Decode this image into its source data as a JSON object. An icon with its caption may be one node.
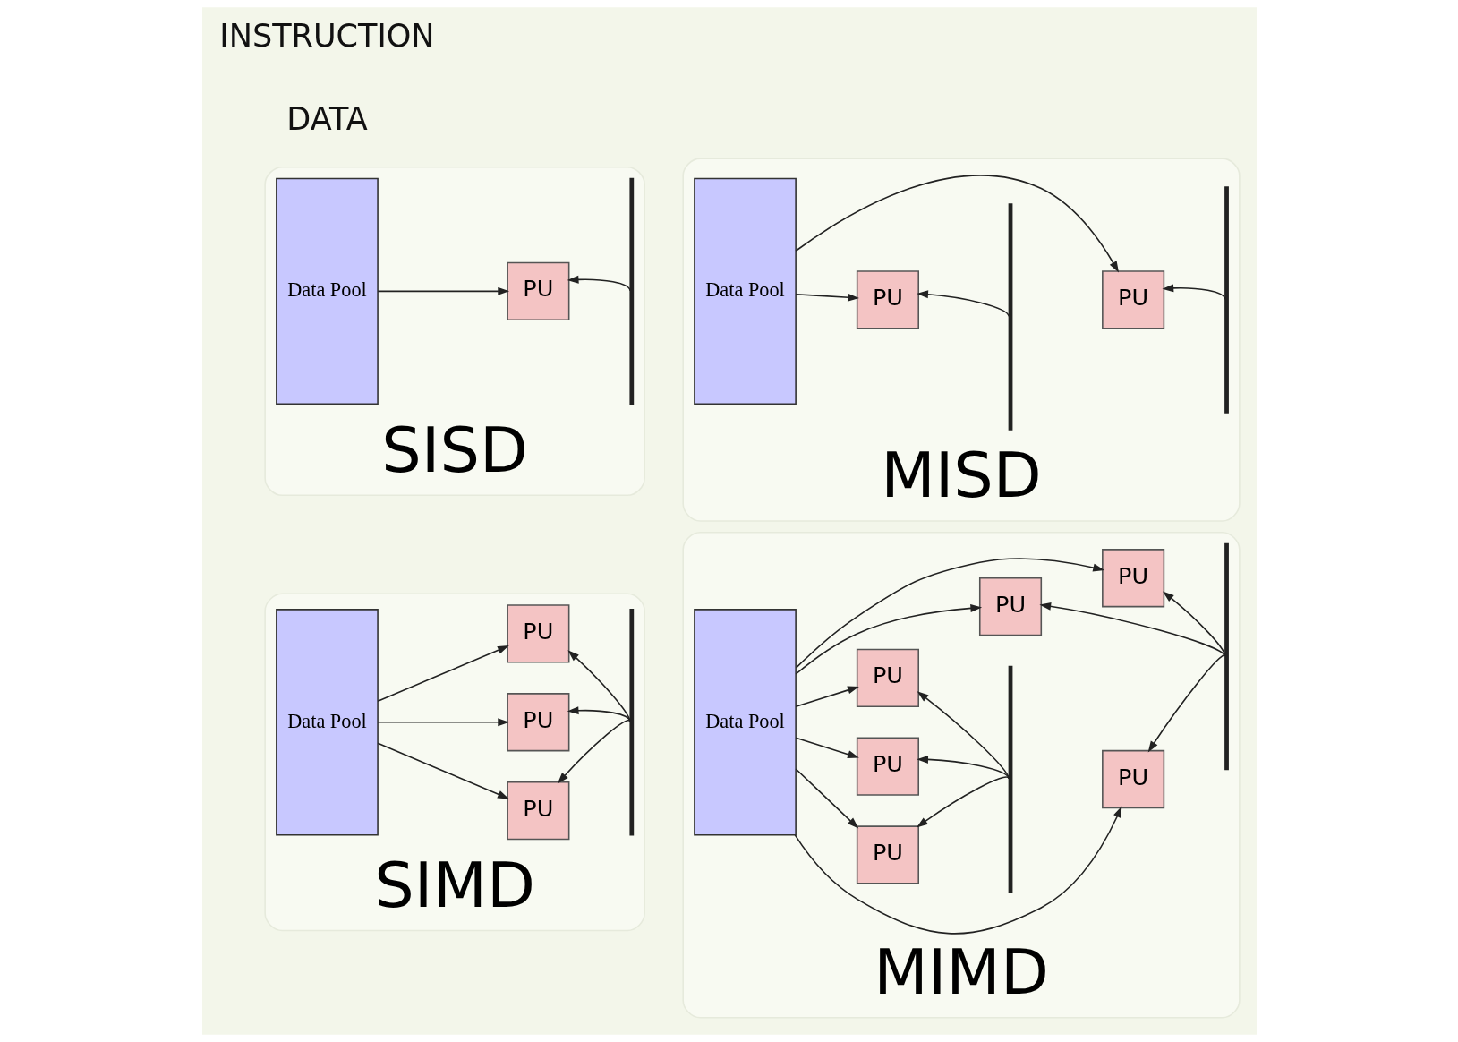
{
  "diagram": {
    "nodes": [
      {
        "text": [
          "SIMD"
        ]
      },
      {
        "text": [
          "Data Pool"
        ],
        "in": 0
      },
      {
        "text": [
          "PU"
        ],
        "in": 0
      },
      {
        "text": [
          "PU"
        ],
        "in": 0
      },
      {
        "text": [
          "PU"
        ],
        "in": 0
      },
      {
        "text": [],
        "shape": "bar",
        "in": 0
      },
      {
        "text": [
          "MIMD"
        ]
      },
      {
        "text": [
          "Data Pool"
        ],
        "in": 6
      },
      {
        "text": [
          "PU"
        ],
        "in": 6
      },
      {
        "text": [
          "PU"
        ],
        "in": 6
      },
      {
        "text": [
          "PU"
        ],
        "in": 6
      },
      {
        "text": [
          "PU"
        ],
        "in": 6
      },
      {
        "text": [
          "PU"
        ],
        "in": 6
      },
      {
        "text": [
          "PU"
        ],
        "in": 6
      },
      {
        "text": [],
        "shape": "bar",
        "in": 6
      },
      {
        "text": [],
        "shape": "bar",
        "in": 6
      },
      {
        "text": [
          "SISD"
        ]
      },
      {
        "text": [
          "Data Pool"
        ],
        "in": 16
      },
      {
        "text": [
          "PU"
        ],
        "in": 16
      },
      {
        "text": [],
        "shape": "bar",
        "in": 16
      },
      {
        "text": [
          "MISD"
        ]
      },
      {
        "text": [
          "Data Pool"
        ],
        "in": 20
      },
      {
        "text": [
          "PU"
        ],
        "in": 20
      },
      {
        "text": [
          "PU"
        ],
        "in": 20
      },
      {
        "text": [],
        "shape": "bar",
        "in": 20
      },
      {
        "text": [],
        "shape": "bar",
        "in": 20
      }
    ],
    "edges": [
      {
        "from": 1,
        "to": 2,
        "arrow": "to"
      },
      {
        "from": 1,
        "to": 3,
        "arrow": "to"
      },
      {
        "from": 1,
        "to": 4,
        "arrow": "to"
      },
      {
        "from": 5,
        "to": 2,
        "arrow": "to"
      },
      {
        "from": 5,
        "to": 3,
        "arrow": "to"
      },
      {
        "from": 5,
        "to": 4,
        "arrow": "to"
      },
      {
        "from": 7,
        "to": 8,
        "arrow": "to"
      },
      {
        "from": 7,
        "to": 9,
        "arrow": "to"
      },
      {
        "from": 7,
        "to": 10,
        "arrow": "to"
      },
      {
        "from": 7,
        "to": 11,
        "arrow": "to"
      },
      {
        "from": 7,
        "to": 12,
        "arrow": "to"
      },
      {
        "from": 7,
        "to": 13,
        "arrow": "to"
      },
      {
        "from": 14,
        "to": 8,
        "arrow": "to"
      },
      {
        "from": 14,
        "to": 10,
        "arrow": "to"
      },
      {
        "from": 14,
        "to": 12,
        "arrow": "to"
      },
      {
        "from": 15,
        "to": 9,
        "arrow": "to"
      },
      {
        "from": 15,
        "to": 11,
        "arrow": "to"
      },
      {
        "from": 15,
        "to": 13,
        "arrow": "to"
      },
      {
        "from": 17,
        "to": 18,
        "arrow": "to"
      },
      {
        "from": 19,
        "to": 18,
        "arrow": "to"
      },
      {
        "from": 21,
        "to": 22,
        "arrow": "to"
      },
      {
        "from": 21,
        "to": 23,
        "arrow": "to"
      },
      {
        "from": 24,
        "to": 22,
        "arrow": "to"
      },
      {
        "from": 25,
        "to": 23,
        "arrow": "to"
      }
    ],
    "labels": [
      "DATA",
      "INSTRUCTION"
    ]
  }
}
